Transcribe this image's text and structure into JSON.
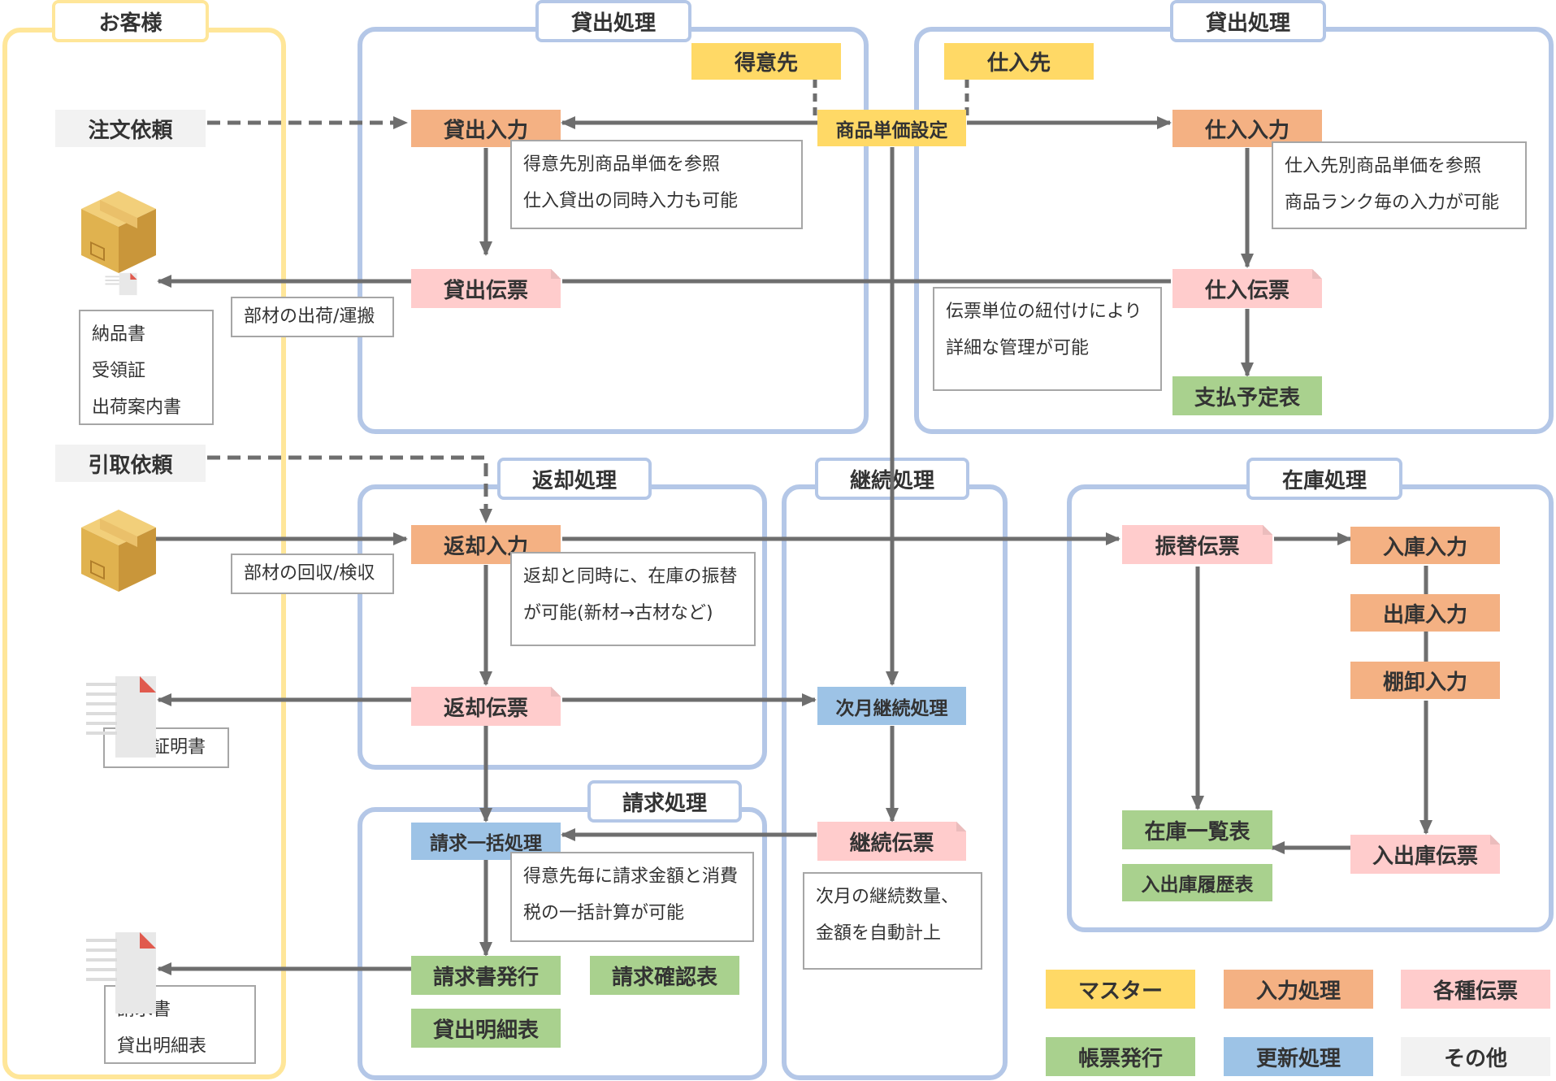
{
  "frames": {
    "customer": "お客様",
    "lending_1": "貸出処理",
    "lending_2": "貸出処理",
    "return": "返却処理",
    "continuation": "継続処理",
    "inventory": "在庫処理",
    "billing": "請求処理"
  },
  "nodes": {
    "order_request": "注文依頼",
    "pickup_request": "引取依頼",
    "customer_master": "得意先",
    "supplier_master": "仕入先",
    "price_setting": "商品単価設定",
    "lending_input": "貸出入力",
    "lending_slip": "貸出伝票",
    "purchase_input": "仕入入力",
    "purchase_slip": "仕入伝票",
    "payment_schedule": "支払予定表",
    "return_input": "返却入力",
    "return_slip": "返却伝票",
    "next_month_process": "次月継続処理",
    "continuation_slip": "継続伝票",
    "billing_batch": "請求一括処理",
    "invoice_issue": "請求書発行",
    "billing_confirm": "請求確認表",
    "lending_detail": "貸出明細表",
    "transfer_slip": "振替伝票",
    "stock_in_input": "入庫入力",
    "stock_out_input": "出庫入力",
    "stocktake_input": "棚卸入力",
    "stock_inout_slip": "入出庫伝票",
    "stock_list": "在庫一覧表",
    "stock_history": "入出庫履歴表"
  },
  "notes": {
    "lending_input": [
      "得意先別商品単価を参照",
      "仕入貸出の同時入力も可能"
    ],
    "purchase_input": [
      "仕入先別商品単価を参照",
      "商品ランク毎の入力が可能"
    ],
    "slip_link": [
      "伝票単位の紐付けにより",
      "詳細な管理が可能"
    ],
    "shipping": [
      "部材の出荷/運搬"
    ],
    "delivery_docs": [
      "納品書",
      "受領証",
      "出荷案内書"
    ],
    "collection": [
      "部材の回収/検収"
    ],
    "return_input": [
      "返却と同時に、在庫の振替",
      "が可能(新材→古材など)"
    ],
    "return_cert": [
      "返却証明書"
    ],
    "continuation": [
      "次月の継続数量、",
      "金額を自動計上"
    ],
    "billing": [
      "得意先毎に請求金額と消費",
      "税の一括計算が可能"
    ],
    "invoice_docs": [
      "請求書",
      "貸出明細表"
    ]
  },
  "legend": {
    "master": "マスター",
    "input": "入力処理",
    "slip": "各種伝票",
    "report": "帳票発行",
    "update": "更新処理",
    "other": "その他"
  },
  "colors": {
    "frame_blue": "#b4c7e7",
    "frame_yellow": "#ffe699",
    "master": "#ffd966",
    "input": "#f4b183",
    "slip": "#ffcccc",
    "report": "#a9d18e",
    "update": "#9dc3e6",
    "other": "#f2f2f2",
    "connector": "#6e6e6e"
  },
  "icons": [
    "cardboard-box-icon",
    "document-icon"
  ]
}
